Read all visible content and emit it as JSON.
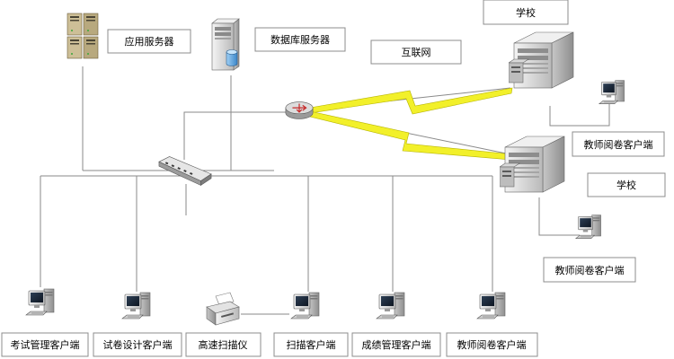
{
  "diagram": {
    "servers": {
      "app_server": "应用服务器",
      "db_server": "数据库服务器"
    },
    "internet": "互联网",
    "schools": {
      "school_top": "学校",
      "school_bottom": "学校",
      "teacher_top": "教师阅卷客户端",
      "teacher_bottom": "教师阅卷客户端"
    },
    "clients": [
      "考试管理客户端",
      "试卷设计客户端",
      "高速扫描仪",
      "扫描客户端",
      "成绩管理客户端",
      "教师阅卷客户端"
    ],
    "colors": {
      "lightning": "#f2f02a",
      "wire": "#8a8a8a",
      "device": "#d9d9d9"
    },
    "icons": {
      "app_server": "server-rack-icon",
      "db_server": "database-server-icon",
      "router": "router-icon",
      "switch": "network-switch-icon",
      "school": "building-server-icon",
      "workstation": "computer-workstation-icon",
      "scanner": "scanner-icon"
    }
  }
}
